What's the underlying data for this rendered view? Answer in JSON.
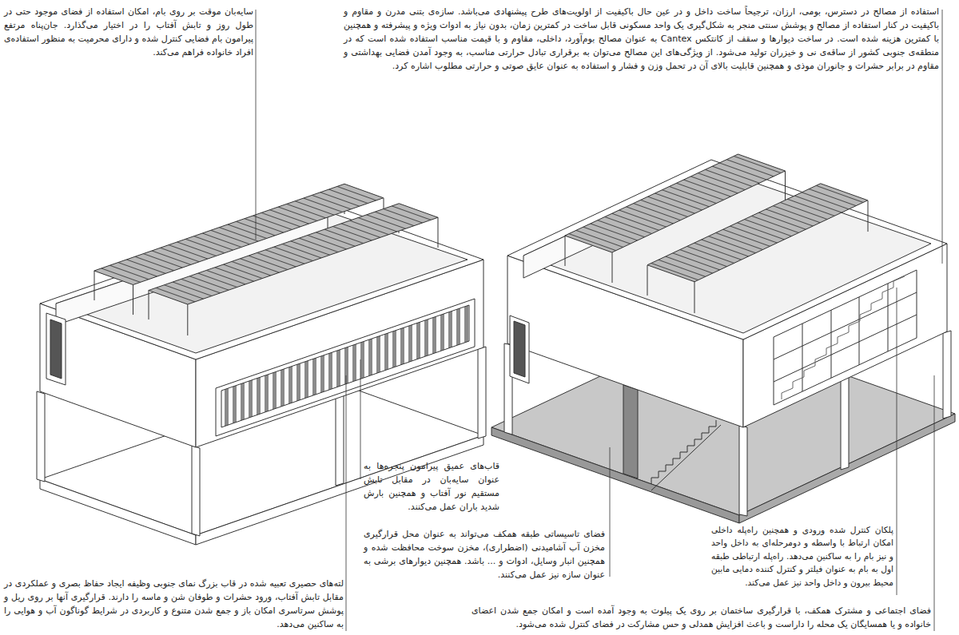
{
  "diagram": {
    "labels": [
      "سایه‌بان موقت بر روی بام، امکان استفاده از فضای موجود حتی در طول روز و تابش آفتاب را در اختیار می‌گذارد. جان‌پناه مرتفع پیرامون بام فضایی کنترل شده و دارای محرمیت به منظور استفاده‌ی افراد خانواده فراهم می‌کند.",
      "استفاده از مصالح در دسترس، بومی، ارزان، ترجیحاً ساخت داخل و در عین حال باکیفیت از اولویت‌های طرح پیشنهادی می‌باشد. سازه‌ی بتنی مدرن و مقاوم و باکیفیت در کنار استفاده از مصالح و پوشش سنتی منجر به شکل‌گیری یک واحد مسکونی قابل ساخت در کمترین زمان، بدون نیاز به ادوات ویژه و پیشرفته و همچنین با کمترین هزینه شده است. در ساخت دیوارها و سقف از کانتکس Cantex به عنوان مصالح بوم‌آورد، داخلی، مقاوم و با قیمت مناسب استفاده شده است که در منطقه‌ی جنوبی کشور از ساقه‌ی نی و خیزران تولید می‌شود. از ویژگی‌های این مصالح می‌توان به برقراری تبادل حرارتی مناسب، به وجود آمدن فضایی بهداشتی و مقاوم در برابر حشرات و جانوران موذی و همچنین قابلیت بالای آن در تحمل وزن و فشار و استفاده به عنوان عایق صوتی و حرارتی مطلوب اشاره کرد.",
      "قاب‌های عمیق پیرامون پنجره‌ها به عنوان سایه‌بان در مقابل تابش مستقیم نور آفتاب و همچنین بارش شدید باران عمل می‌کنند.",
      "فضای تاسیساتی طبقه همکف می‌تواند به عنوان محل قرارگیری مخزن آب آشامیدنی (اضطراری)، مخزن سوخت محافظت شده و همچنین انبار وسایل، ادوات و ... باشد. همچنین دیوارهای برشی به عنوان سازه نیز عمل می‌کنند.",
      "پلکان کنترل شده ورودی و همچنین راه‌پله داخلی امکان ارتباط با واسطه و دومرحله‌ای به داخل واحد و نیز بام را به ساکنین می‌دهد. راه‌پله ارتباطی طبقه اول به بام به عنوان فیلتر و کنترل کننده دمایی مابین محیط بیرون و داخل واحد نیز عمل می‌کند.",
      "لته‌های حصیری تعبیه شده در قاب بزرگ نمای جنوبی وظیفه ایجاد حفاظ بصری و عملکردی در مقابل تابش آفتاب، ورود حشرات و طوفان شن و ماسه را دارند. قرارگیری آنها بر روی ریل و پوشش سرتاسری امکان باز و جمع شدن متنوع و کاربردی در شرایط گوناگون آب و هوایی را به ساکنین می‌دهد.",
      "فضای اجتماعی و مشترک همکف، با قرارگیری ساختمان بر روی یک پیلوت به وجود آمده است و امکان جمع شدن اعضای خانواده و یا همسایگان یک محله را داراست و باعث افزایش همدلی و حس مشارکت در فضای کنترل شده می‌شود."
    ]
  }
}
